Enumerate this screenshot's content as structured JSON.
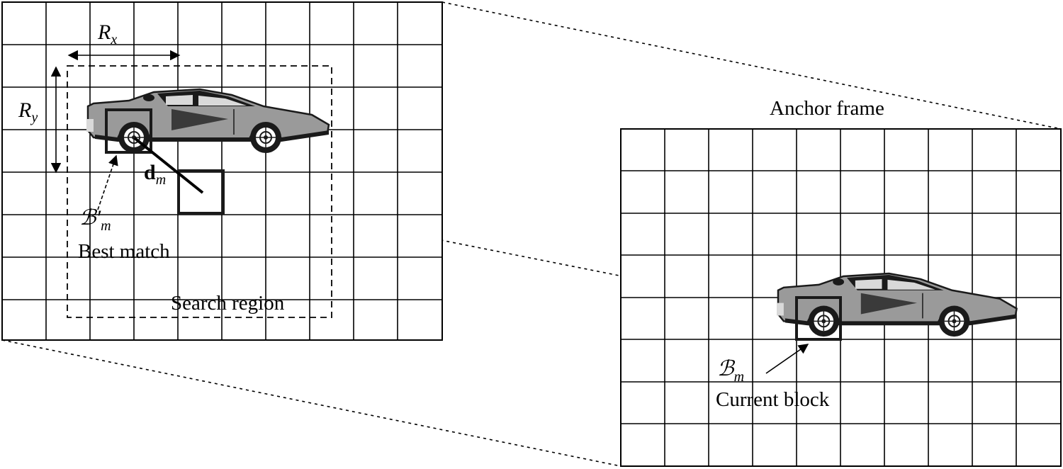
{
  "labels": {
    "rx_main": "R",
    "rx_sub": "x",
    "ry_main": "R",
    "ry_sub": "y",
    "dm_main": "d",
    "dm_sub": "m",
    "best_symbol_main": "ℬ′",
    "best_symbol_sub": "m",
    "best_match": "Best match",
    "search_region": "Search region",
    "anchor_frame": "Anchor frame",
    "current_symbol_main": "ℬ",
    "current_symbol_sub": "m",
    "current_block": "Current block"
  },
  "colors": {
    "car_body": "#9a9a9a",
    "car_dark": "#1a1a1a",
    "car_light": "#d9d9d9",
    "line": "#000000"
  },
  "icons": {
    "car": "sports-car-icon",
    "wheel": "wheel-icon"
  }
}
